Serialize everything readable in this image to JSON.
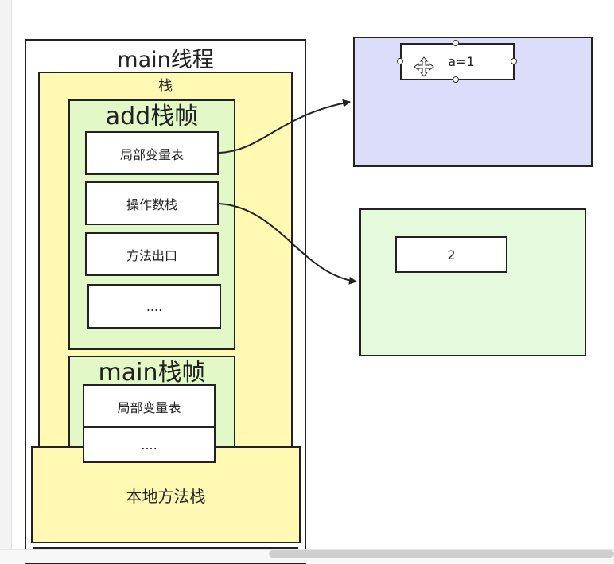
{
  "main_thread": {
    "title": "main线程"
  },
  "stack": {
    "title": "栈"
  },
  "add_frame": {
    "title": "add栈帧",
    "items": [
      "局部变量表",
      "操作数栈",
      "方法出口",
      "...."
    ]
  },
  "main_frame": {
    "title": "main栈帧",
    "items": [
      "局部变量表",
      "...."
    ]
  },
  "native_stack": {
    "label": "本地方法栈"
  },
  "heap_a": {
    "value_label": "a=1"
  },
  "heap_b": {
    "value_label": "2"
  },
  "icons": {
    "move": "move-cursor-icon"
  },
  "colors": {
    "stack_yellow": "#fff9b3",
    "frame_green": "#e2f8c6",
    "heap_blue": "#dcdcfb",
    "heap_green": "#e5f9dd",
    "stroke": "#222222"
  }
}
